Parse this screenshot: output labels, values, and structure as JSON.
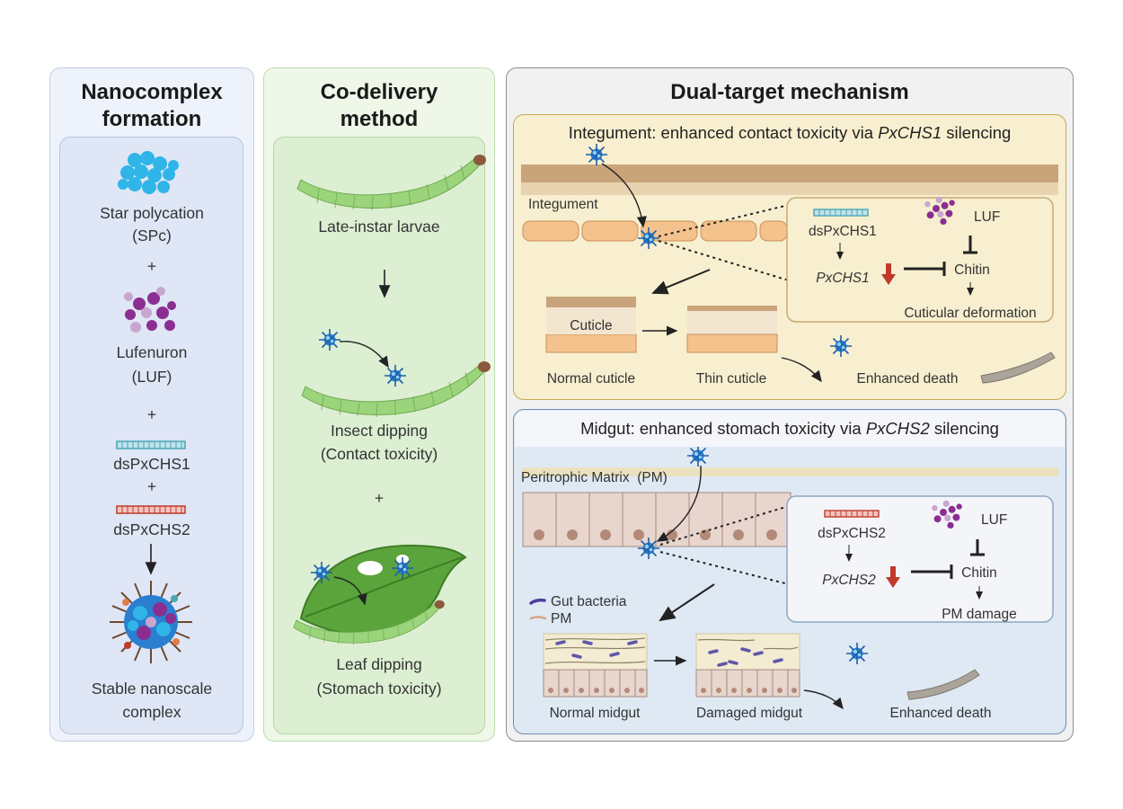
{
  "panel1": {
    "title_line1": "Nanocomplex",
    "title_line2": "formation",
    "spc_line1": "Star polycation",
    "spc_line2": "(SPc)",
    "plus1": "+",
    "luf_line1": "Lufenuron",
    "luf_line2": "(LUF)",
    "plus2": "+",
    "ds1": "dsPxCHS1",
    "plus3": "+",
    "ds2": "dsPxCHS2",
    "complex_line1": "Stable nanoscale",
    "complex_line2": "complex"
  },
  "panel2": {
    "title_line1": "Co-delivery",
    "title_line2": "method",
    "larvae": "Late-instar larvae",
    "insect_line1": "Insect dipping",
    "insect_line2": "(Contact toxicity)",
    "plus": "+",
    "leaf_line1": "Leaf dipping",
    "leaf_line2": "(Stomach toxicity)"
  },
  "panel3": {
    "title": "Dual-target mechanism",
    "integument": {
      "heading_prefix": "Integument: enhanced contact toxicity via ",
      "heading_gene": "PxCHS1",
      "heading_suffix": " silencing",
      "tissue_label": "Integument",
      "ds_label": "dsPxCHS1",
      "gene": "PxCHS1",
      "luf": "LUF",
      "chitin": "Chitin",
      "outcome": "Cuticular deformation",
      "cuticle_label": "Cuticle",
      "normal": "Normal cuticle",
      "thin": "Thin cuticle",
      "death": "Enhanced death"
    },
    "midgut": {
      "heading_prefix": "Midgut: enhanced stomach toxicity via ",
      "heading_gene": "PxCHS2",
      "heading_suffix": " silencing",
      "pm_label": "Peritrophic Matrix  (PM)",
      "ds_label": "dsPxCHS2",
      "gene": "PxCHS2",
      "luf": "LUF",
      "chitin": "Chitin",
      "outcome": "PM damage",
      "legend_bacteria": "Gut bacteria",
      "legend_pm": "PM",
      "normal": "Normal midgut",
      "damaged": "Damaged midgut",
      "death": "Enhanced death"
    }
  },
  "colors": {
    "panel1_bg": "#eef2fb",
    "panel1_inner": "#dfe6f6",
    "panel2_bg": "#eef7e8",
    "panel2_inner": "#dceeD2",
    "panel3_bg": "#f1f1f1",
    "integument_bg": "#f7efcf",
    "midgut_bg": "#dfe9f4",
    "spc_blue": "#2fb5e8",
    "luf_purple": "#8a2f91",
    "ds1_color": "#4aa6b5",
    "ds2_color": "#c0392b",
    "larva_green": "#9bd47a",
    "down_arrow_red": "#c0392b"
  }
}
